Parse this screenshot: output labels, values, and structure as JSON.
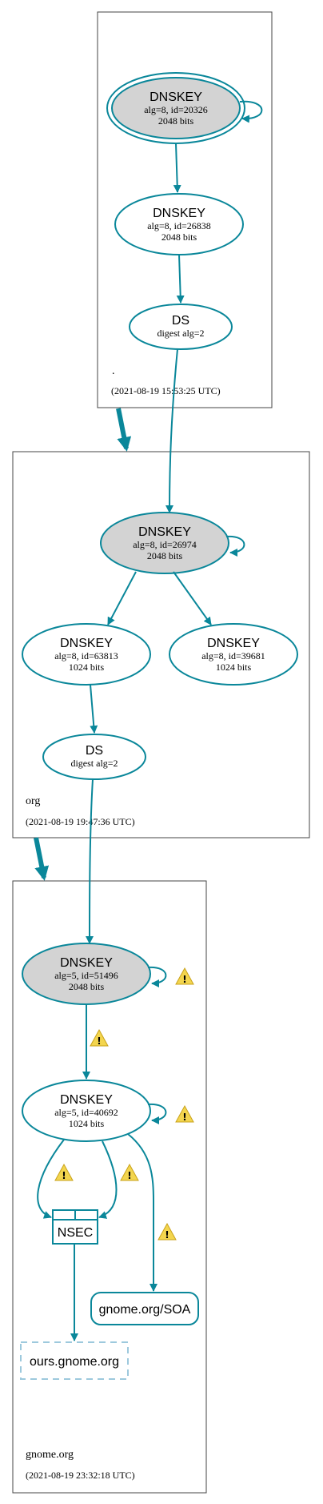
{
  "zones": {
    "root": {
      "name": ".",
      "timestamp": "(2021-08-19 15:53:25 UTC)",
      "ksk": {
        "title": "DNSKEY",
        "line1": "alg=8, id=20326",
        "line2": "2048 bits"
      },
      "zsk": {
        "title": "DNSKEY",
        "line1": "alg=8, id=26838",
        "line2": "2048 bits"
      },
      "ds": {
        "title": "DS",
        "line1": "digest alg=2"
      }
    },
    "org": {
      "name": "org",
      "timestamp": "(2021-08-19 19:47:36 UTC)",
      "ksk": {
        "title": "DNSKEY",
        "line1": "alg=8, id=26974",
        "line2": "2048 bits"
      },
      "zsk1": {
        "title": "DNSKEY",
        "line1": "alg=8, id=63813",
        "line2": "1024 bits"
      },
      "zsk2": {
        "title": "DNSKEY",
        "line1": "alg=8, id=39681",
        "line2": "1024 bits"
      },
      "ds": {
        "title": "DS",
        "line1": "digest alg=2"
      }
    },
    "gnome": {
      "name": "gnome.org",
      "timestamp": "(2021-08-19 23:32:18 UTC)",
      "ksk": {
        "title": "DNSKEY",
        "line1": "alg=5, id=51496",
        "line2": "2048 bits"
      },
      "zsk": {
        "title": "DNSKEY",
        "line1": "alg=5, id=40692",
        "line2": "1024 bits"
      },
      "nsec": {
        "label": "NSEC"
      },
      "soa": {
        "label": "gnome.org/SOA"
      },
      "nonexistent": {
        "label": "ours.gnome.org"
      }
    }
  },
  "warning_symbol": "!",
  "colors": {
    "edge": "#0a879a",
    "ksk_fill": "#d3d3d3",
    "warning": "#f3d54e",
    "nonexistent_stroke": "#9dc9dd"
  }
}
